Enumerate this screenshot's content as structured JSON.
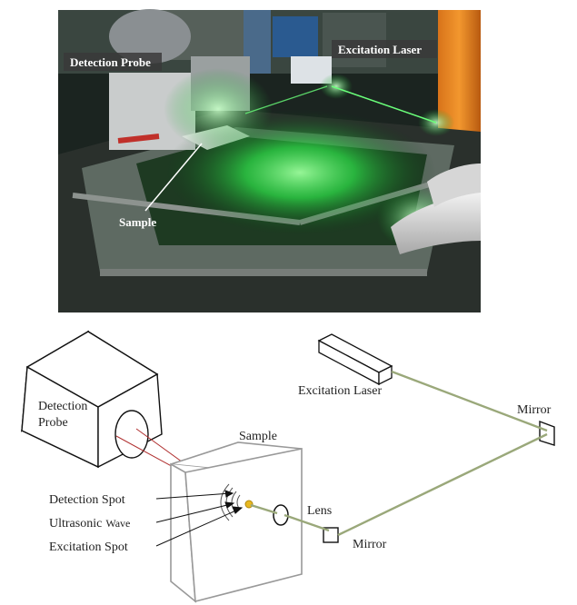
{
  "photo": {
    "labels": {
      "detection_probe": "Detection Probe",
      "excitation_laser": "Excitation Laser",
      "sample": "Sample"
    },
    "colors": {
      "laser_green": "#39ff5a",
      "label_box": "#3a3a3a"
    }
  },
  "diagram": {
    "labels": {
      "detection_probe_line1": "Detection",
      "detection_probe_line2": "Probe",
      "sample": "Sample",
      "excitation_laser": "Excitation Laser",
      "mirror_top": "Mirror",
      "mirror_bottom": "Mirror",
      "lens": "Lens",
      "detection_spot": "Detection Spot",
      "ultrasonic_wave_a": "Ultrasonic",
      "ultrasonic_wave_b": "Wave",
      "excitation_spot": "Excitation Spot"
    },
    "colors": {
      "beam": "#9aa87a",
      "probe_beam": "#b03030",
      "spot": "#e8b820"
    }
  }
}
